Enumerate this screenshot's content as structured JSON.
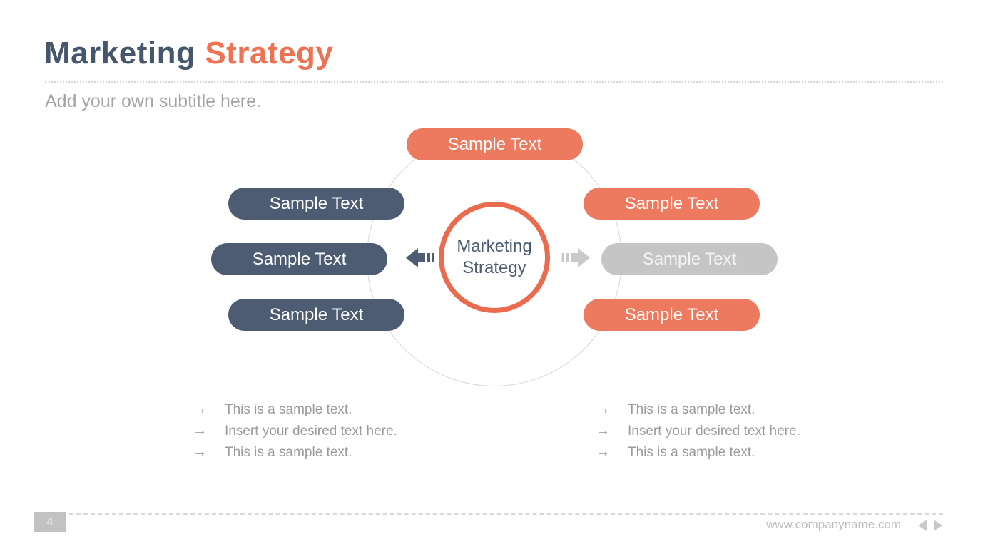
{
  "header": {
    "title_primary": "Marketing",
    "title_accent": "Strategy",
    "subtitle": "Add your own subtitle here."
  },
  "diagram": {
    "center": {
      "line1": "Marketing",
      "line2": "Strategy"
    },
    "pills": {
      "top": {
        "label": "Sample Text",
        "color": "orange"
      },
      "left1": {
        "label": "Sample Text",
        "color": "slate"
      },
      "left2": {
        "label": "Sample Text",
        "color": "slate"
      },
      "left3": {
        "label": "Sample Text",
        "color": "slate"
      },
      "right1": {
        "label": "Sample Text",
        "color": "orange"
      },
      "right2": {
        "label": "Sample Text",
        "color": "gray"
      },
      "right3": {
        "label": "Sample Text",
        "color": "orange"
      }
    }
  },
  "bullets": {
    "glyph": "→",
    "left": [
      "This is a sample text.",
      "Insert your desired text here.",
      "This is a sample text."
    ],
    "right": [
      "This is a sample text.",
      "Insert your desired text here.",
      "This is a sample text."
    ]
  },
  "footer": {
    "page_number": "4",
    "website": "www.companyname.com"
  },
  "colors": {
    "title_slate": "#46566B",
    "accent_orange": "#EE7254",
    "pill_orange": "#ED7A5E",
    "pill_slate": "#4D5C72",
    "pill_gray": "#C5C5C5",
    "ring_orange": "#EA6B4E",
    "muted_gray_text": "#9B9B9B"
  }
}
